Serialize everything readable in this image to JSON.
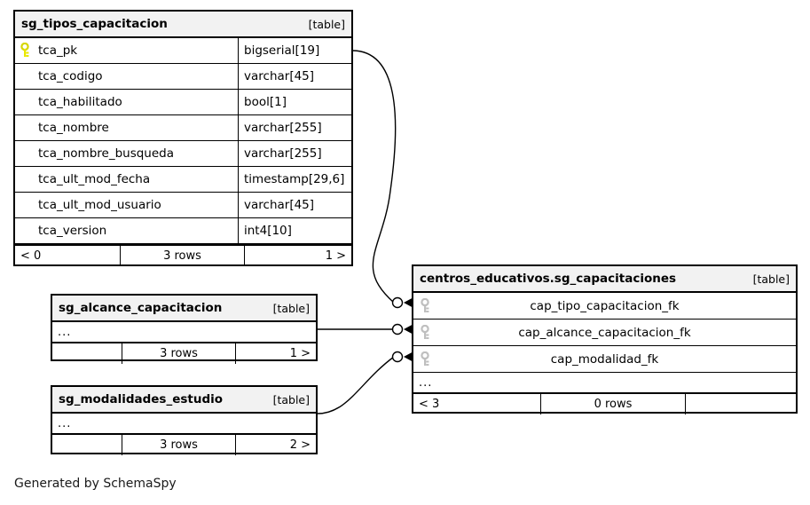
{
  "diagram": {
    "type": "entity-relationship-diagram",
    "generator_caption": "Generated by SchemaSpy",
    "colors": {
      "border": "#000000",
      "header_background": "#f2f2f2",
      "background": "#ffffff",
      "primary_key_icon": "#e8e800",
      "foreign_key_icon": "#bfbfbf"
    }
  },
  "tables": {
    "tipos_capacitacion": {
      "name": "sg_tipos_capacitacion",
      "tag": "[table]",
      "columns": [
        {
          "key": "primary",
          "name": "tca_pk",
          "type": "bigserial[19]"
        },
        {
          "key": "none",
          "name": "tca_codigo",
          "type": "varchar[45]"
        },
        {
          "key": "none",
          "name": "tca_habilitado",
          "type": "bool[1]"
        },
        {
          "key": "none",
          "name": "tca_nombre",
          "type": "varchar[255]"
        },
        {
          "key": "none",
          "name": "tca_nombre_busqueda",
          "type": "varchar[255]"
        },
        {
          "key": "none",
          "name": "tca_ult_mod_fecha",
          "type": "timestamp[29,6]"
        },
        {
          "key": "none",
          "name": "tca_ult_mod_usuario",
          "type": "varchar[45]"
        },
        {
          "key": "none",
          "name": "tca_version",
          "type": "int4[10]"
        }
      ],
      "footer": {
        "parents": "< 0",
        "rows": "3 rows",
        "children": "1 >"
      }
    },
    "alcance_capacitacion": {
      "name": "sg_alcance_capacitacion",
      "tag": "[table]",
      "ellipsis": "...",
      "footer": {
        "parents": "",
        "rows": "3 rows",
        "children": "1 >"
      }
    },
    "modalidades_estudio": {
      "name": "sg_modalidades_estudio",
      "tag": "[table]",
      "ellipsis": "...",
      "footer": {
        "parents": "",
        "rows": "3 rows",
        "children": "2 >"
      }
    },
    "capacitaciones": {
      "name": "centros_educativos.sg_capacitaciones",
      "tag": "[table]",
      "columns": [
        {
          "key": "foreign",
          "name": "cap_tipo_capacitacion_fk"
        },
        {
          "key": "foreign",
          "name": "cap_alcance_capacitacion_fk"
        },
        {
          "key": "foreign",
          "name": "cap_modalidad_fk"
        }
      ],
      "ellipsis": "...",
      "footer": {
        "parents": "< 3",
        "rows": "0 rows",
        "children": ""
      }
    }
  },
  "relationships": [
    {
      "from_table": "sg_tipos_capacitacion",
      "from_column": "tca_pk",
      "to_table": "centros_educativos.sg_capacitaciones",
      "to_column": "cap_tipo_capacitacion_fk",
      "cardinality": "one-to-many-optional"
    },
    {
      "from_table": "sg_alcance_capacitacion",
      "to_table": "centros_educativos.sg_capacitaciones",
      "to_column": "cap_alcance_capacitacion_fk",
      "cardinality": "one-to-many-optional"
    },
    {
      "from_table": "sg_modalidades_estudio",
      "to_table": "centros_educativos.sg_capacitaciones",
      "to_column": "cap_modalidad_fk",
      "cardinality": "one-to-many-optional"
    }
  ]
}
